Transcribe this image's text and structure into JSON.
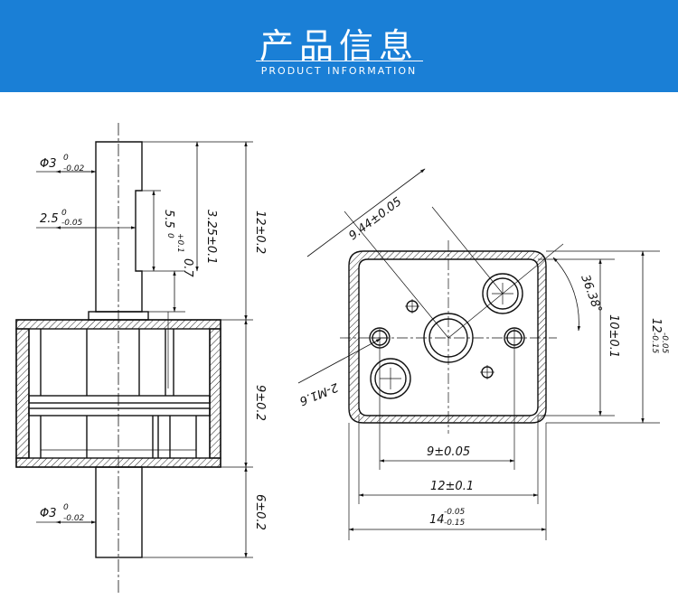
{
  "banner": {
    "title": "产品信息",
    "subtitle": "PRODUCT INFORMATION",
    "color": "#1a7fd6"
  },
  "side_view": {
    "shaft_top_dia": {
      "main": "Φ3",
      "upper": "0",
      "lower": "-0.02"
    },
    "flat_depth": {
      "main": "2.5",
      "upper": "0",
      "lower": "-0.05"
    },
    "flat_length": {
      "main": "5.5",
      "upper": "+0.1",
      "lower": "0"
    },
    "flat_offset": "3.25±0.1",
    "gap": "0.7",
    "shaft_top_length": "12±0.2",
    "body_height": "9±0.2",
    "shaft_bottom_length": "6±0.2",
    "shaft_bottom_dia": {
      "main": "Φ3",
      "upper": "0",
      "lower": "-0.02"
    }
  },
  "front_view": {
    "hole_spacing_diag": "9.44±0.05",
    "angle": "36.38°",
    "thread": "2-M1.6",
    "height_inner": "10±0.1",
    "height_outer": {
      "main": "12",
      "upper": "-0.05",
      "lower": "-0.15"
    },
    "width_holes": "9±0.05",
    "width_inner": "12±0.1",
    "width_outer": {
      "main": "14",
      "upper": "-0.05",
      "lower": "-0.15"
    }
  }
}
